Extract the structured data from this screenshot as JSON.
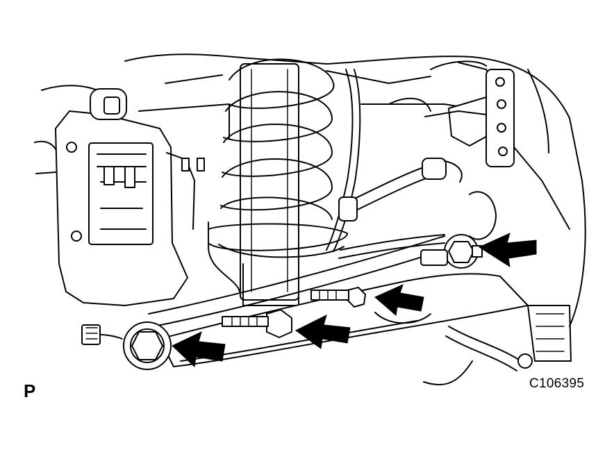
{
  "figure": {
    "view_label": "P",
    "figure_code": "C106395",
    "callout_count": 4
  },
  "colors": {
    "line": "#000000",
    "background": "#ffffff"
  },
  "icons": [
    "arrow-callout-icon",
    "bolt-icon",
    "coil-spring-icon",
    "brake-caliper-icon"
  ]
}
